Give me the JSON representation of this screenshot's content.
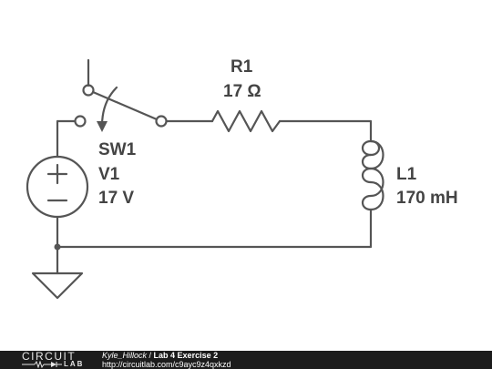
{
  "components": {
    "switch": {
      "name": "SW1"
    },
    "resistor": {
      "name": "R1",
      "value": "17 Ω"
    },
    "source": {
      "name": "V1",
      "value": "17 V"
    },
    "inductor": {
      "name": "L1",
      "value": "170 mH"
    }
  },
  "footer": {
    "logo_top": "CIRCUIT",
    "logo_bottom": "LAB",
    "author": "Kyle_Hillock",
    "separator": " / ",
    "title": "Lab 4 Exercise 2",
    "url": "http://circuitlab.com/c9ayc9z4qxkzd"
  },
  "colors": {
    "wire": "#555555",
    "label": "#444444",
    "footer_bg": "#1c1c1c",
    "footer_text": "#ffffff"
  }
}
